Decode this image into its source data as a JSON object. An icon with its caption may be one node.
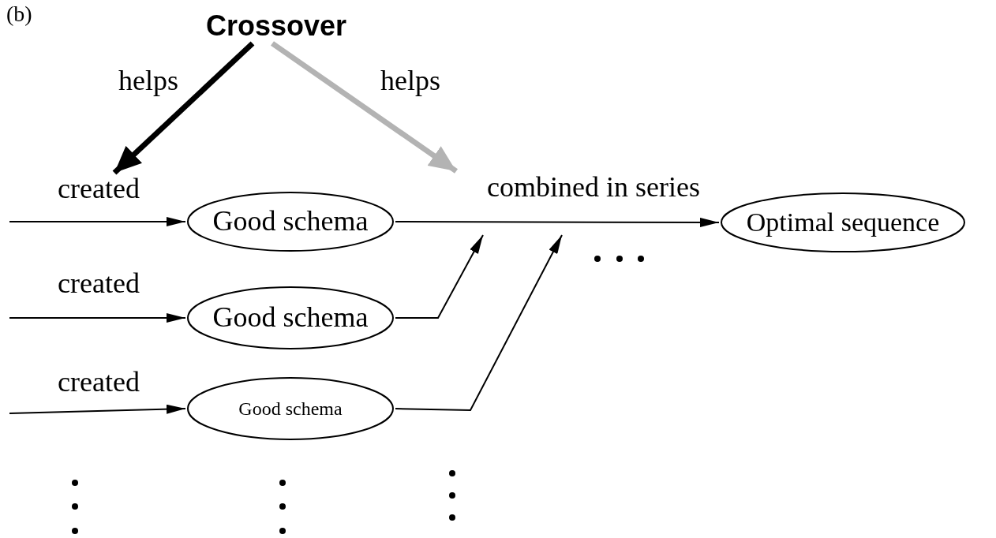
{
  "diagram": {
    "nodes": [
      {
        "text": [
          "Crossover"
        ]
      },
      {
        "text": [
          "Good schema"
        ]
      },
      {
        "text": [
          "Good schema"
        ]
      },
      {
        "text": [
          "Good schema"
        ]
      },
      {
        "text": [
          "Optimal sequence"
        ]
      },
      {
        "text": [
          "created"
        ]
      },
      {
        "text": [
          "combined in series"
        ]
      }
    ],
    "edges": [
      {
        "from": 0,
        "to": 5,
        "arrow": "to",
        "label": "helps",
        "style": "thick"
      },
      {
        "from": 0,
        "to": 6,
        "arrow": "to",
        "label": "helps",
        "style": "thick",
        "color": "#b3b3b3"
      },
      {
        "from": null,
        "to": 1,
        "arrow": "to"
      },
      {
        "from": null,
        "to": 2,
        "arrow": "to",
        "label": "created"
      },
      {
        "from": null,
        "to": 3,
        "arrow": "to",
        "label": "created"
      },
      {
        "from": 1,
        "to": 4,
        "arrow": "to"
      },
      {
        "from": 2,
        "to": null,
        "arrow": "to"
      },
      {
        "from": 3,
        "to": null,
        "arrow": "to"
      }
    ],
    "labels": [
      "(b)"
    ]
  }
}
